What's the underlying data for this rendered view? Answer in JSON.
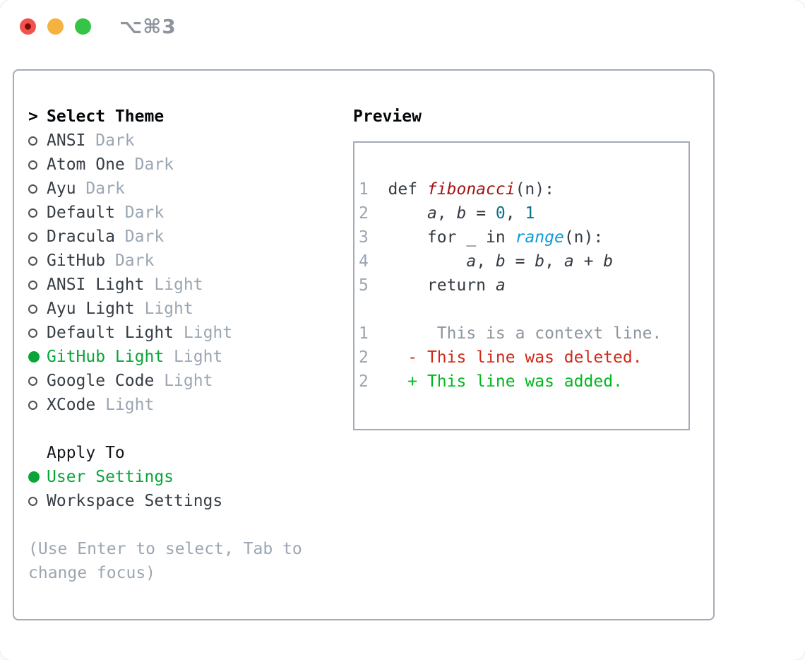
{
  "window": {
    "title": "⌥⌘3"
  },
  "colors": {
    "panel_border": "#a3abb5",
    "selection_green": "#09a538",
    "muted_gray": "#9ba6b2",
    "text_dark": "#363d44",
    "diff_added_green": "#00b81e",
    "diff_deleted_red": "#d02817",
    "function_red": "#a31515",
    "number_teal": "#0a7184",
    "call_blue": "#0f9ad7",
    "traffic_red": "#f4514e",
    "traffic_yellow": "#f5b23e",
    "traffic_green": "#35c546"
  },
  "theme_selector": {
    "header_prefix": ">",
    "header": "Select Theme",
    "items": [
      {
        "name": "ANSI",
        "variant": "Dark",
        "selected": false
      },
      {
        "name": "Atom One",
        "variant": "Dark",
        "selected": false
      },
      {
        "name": "Ayu",
        "variant": "Dark",
        "selected": false
      },
      {
        "name": "Default",
        "variant": "Dark",
        "selected": false
      },
      {
        "name": "Dracula",
        "variant": "Dark",
        "selected": false
      },
      {
        "name": "GitHub",
        "variant": "Dark",
        "selected": false
      },
      {
        "name": "ANSI Light",
        "variant": "Light",
        "selected": false
      },
      {
        "name": "Ayu Light",
        "variant": "Light",
        "selected": false
      },
      {
        "name": "Default Light",
        "variant": "Light",
        "selected": false
      },
      {
        "name": "GitHub Light",
        "variant": "Light",
        "selected": true
      },
      {
        "name": "Google Code",
        "variant": "Light",
        "selected": false
      },
      {
        "name": "XCode",
        "variant": "Light",
        "selected": false
      }
    ]
  },
  "apply_to": {
    "header": "Apply To",
    "options": [
      {
        "label": "User Settings",
        "selected": true
      },
      {
        "label": "Workspace Settings",
        "selected": false
      }
    ]
  },
  "hint": "(Use Enter to select, Tab to\nchange focus)",
  "preview": {
    "header": "Preview",
    "code_lines": [
      {
        "tokens": [
          {
            "t": "1  ",
            "c": "lno"
          },
          {
            "t": "def ",
            "c": "code"
          },
          {
            "t": "fibonacci",
            "c": "fn"
          },
          {
            "t": "(n):",
            "c": "code"
          }
        ]
      },
      {
        "tokens": [
          {
            "t": "2  ",
            "c": "lno"
          },
          {
            "t": "    ",
            "c": "code"
          },
          {
            "t": "a",
            "c": "var"
          },
          {
            "t": ", ",
            "c": "code"
          },
          {
            "t": "b",
            "c": "var"
          },
          {
            "t": " = ",
            "c": "code"
          },
          {
            "t": "0",
            "c": "num"
          },
          {
            "t": ", ",
            "c": "code"
          },
          {
            "t": "1",
            "c": "num"
          }
        ]
      },
      {
        "tokens": [
          {
            "t": "3  ",
            "c": "lno"
          },
          {
            "t": "    for _ in ",
            "c": "code"
          },
          {
            "t": "range",
            "c": "call"
          },
          {
            "t": "(n):",
            "c": "code"
          }
        ]
      },
      {
        "tokens": [
          {
            "t": "4  ",
            "c": "lno"
          },
          {
            "t": "        ",
            "c": "code"
          },
          {
            "t": "a",
            "c": "var"
          },
          {
            "t": ", ",
            "c": "code"
          },
          {
            "t": "b",
            "c": "var"
          },
          {
            "t": " = ",
            "c": "code"
          },
          {
            "t": "b",
            "c": "var"
          },
          {
            "t": ", ",
            "c": "code"
          },
          {
            "t": "a",
            "c": "var"
          },
          {
            "t": " + ",
            "c": "code"
          },
          {
            "t": "b",
            "c": "var"
          }
        ]
      },
      {
        "tokens": [
          {
            "t": "5  ",
            "c": "lno"
          },
          {
            "t": "    return ",
            "c": "code"
          },
          {
            "t": "a",
            "c": "var"
          }
        ]
      }
    ],
    "diff_lines": [
      {
        "tokens": [
          {
            "t": "1",
            "c": "lno"
          },
          {
            "t": "       ",
            "c": "code"
          },
          {
            "t": "This is a context line.",
            "c": "ctx"
          }
        ]
      },
      {
        "tokens": [
          {
            "t": "2",
            "c": "lno"
          },
          {
            "t": "    ",
            "c": "code"
          },
          {
            "t": "- This line was deleted.",
            "c": "del"
          }
        ]
      },
      {
        "tokens": [
          {
            "t": "2",
            "c": "lno"
          },
          {
            "t": "    ",
            "c": "code"
          },
          {
            "t": "+ This line was added.",
            "c": "add"
          }
        ]
      }
    ]
  }
}
